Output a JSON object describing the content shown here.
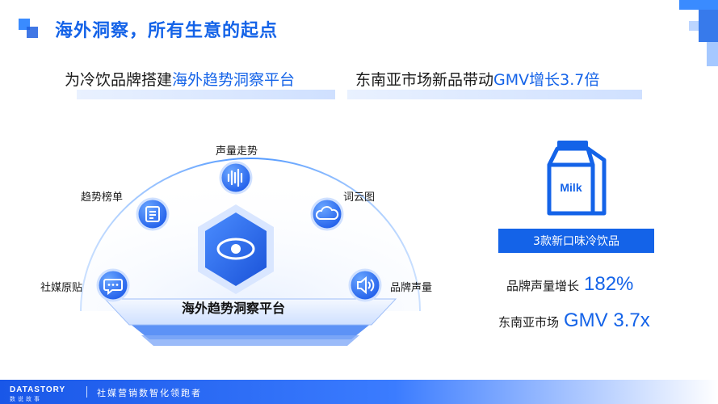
{
  "header": {
    "title": "海外洞察，所有生意的起点"
  },
  "subtitles": [
    {
      "prefix": "为冷饮品牌搭建",
      "highlight": "海外趋势洞察平台"
    },
    {
      "prefix": "东南亚市场新品带动",
      "highlight": "GMV增长3.7倍"
    }
  ],
  "diagram": {
    "center_label": "海外趋势洞察平台",
    "nodes": [
      {
        "label": "声量走势",
        "icon": "sound-wave-icon"
      },
      {
        "label": "趋势榜单",
        "icon": "document-list-icon"
      },
      {
        "label": "词云图",
        "icon": "cloud-icon"
      },
      {
        "label": "社媒原贴",
        "icon": "chat-bubble-icon"
      },
      {
        "label": "品牌声量",
        "icon": "speaker-icon"
      }
    ],
    "center_icon": "eye-icon"
  },
  "panel": {
    "milk_label": "Milk",
    "badge": "3款新口味冷饮品",
    "stats": [
      {
        "label": "品牌声量增长",
        "value": "182%"
      },
      {
        "label": "东南亚市场",
        "value": "GMV 3.7x"
      }
    ]
  },
  "footer": {
    "brand": "DATASTORY",
    "brand_sub": "数说故事",
    "slogan": "社媒营销数智化领跑者"
  },
  "colors": {
    "accent": "#1463e8",
    "accent_light": "#3a8bff",
    "highlight_bar": "#dbe8ff"
  }
}
